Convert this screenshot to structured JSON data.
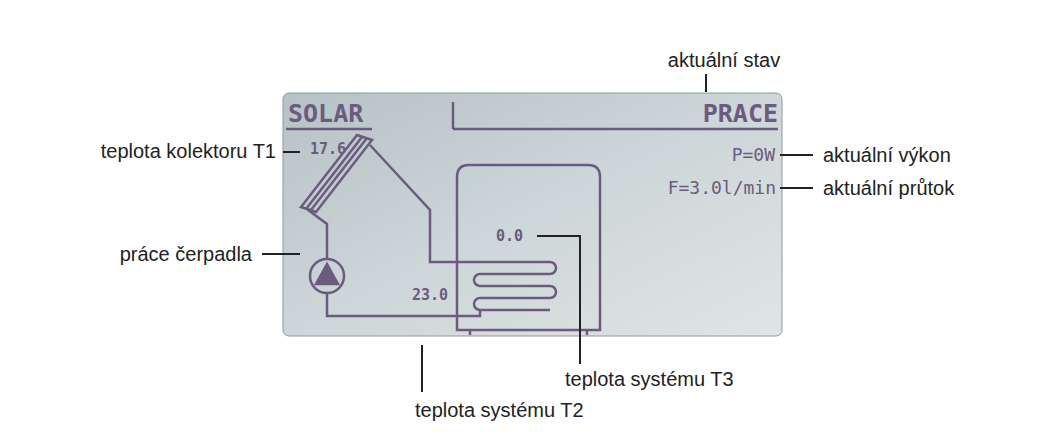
{
  "diagram": {
    "labels": [
      "aktuální stav",
      "SOLAR",
      "PRACE",
      "teplota kolektoru T1",
      "17.6",
      "P=0W",
      "aktuální výkon",
      "F=3.0l/min",
      "aktuální průtok",
      "práce čerpadla",
      "0.0",
      "23.0",
      "teplota systému T3",
      "teplota systému T2"
    ]
  }
}
